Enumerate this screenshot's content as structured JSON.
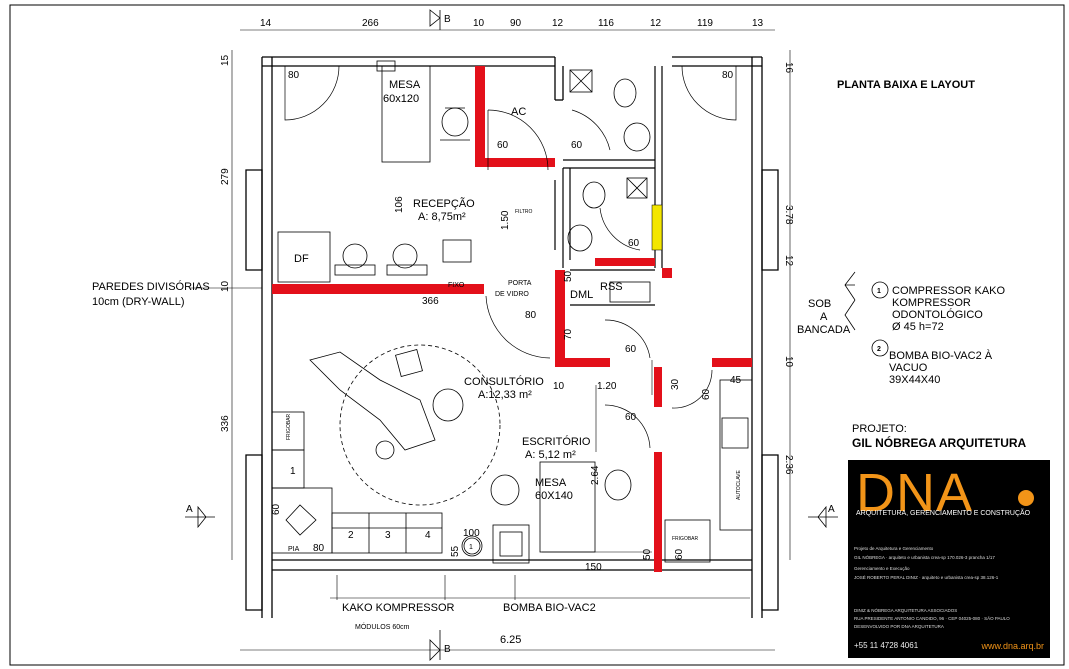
{
  "title": "PLANTA BAIXA E LAYOUT",
  "project_label": "PROJETO:",
  "project_name": "GIL NÓBREGA ARQUITETURA",
  "rooms": {
    "mesa_rec": {
      "name": "MESA",
      "size": "60x120"
    },
    "recepcao": {
      "name": "RECEPÇÃO",
      "area": "A: 8,75m²"
    },
    "consultorio": {
      "name": "CONSULTÓRIO",
      "area": "A:12,33 m²"
    },
    "escritorio": {
      "name": "ESCRITÓRIO",
      "area": "A: 5,12 m²"
    },
    "mesa_esc": {
      "name": "MESA",
      "size": "60X140"
    }
  },
  "labels": {
    "ac": "AC",
    "df": "DF",
    "fixo": "FIXO",
    "porta_vidro_1": "PORTA",
    "porta_vidro_2": "DE VIDRO",
    "filtro": "FILTRO",
    "dml": "DML",
    "rss": "RSS",
    "pia": "PIA",
    "frigobar_1": "FRIGOBAR",
    "frigobar_2": "FRIGOBAR",
    "autoclave": "AUTOCLAVE",
    "kako": "KAKO KOMPRESSOR",
    "modulos": "MÓDULOS 60cm",
    "bomba": "BOMBA BIO-VAC2",
    "paredes_1": "PAREDES DIVISÓRIAS",
    "paredes_2": "10cm (DRY-WALL)",
    "sob_1": "SOB",
    "sob_2": "A",
    "sob_3": "BANCADA",
    "n1": "1",
    "n2": "2",
    "n3": "3",
    "n4": "4",
    "circle1": "1",
    "section_b": "B",
    "section_a": "A"
  },
  "legend": [
    {
      "num": "1",
      "lines": [
        "COMPRESSOR KAKO",
        "KOMPRESSOR",
        "ODONTOLÓGICO",
        "Ø 45  h=72"
      ]
    },
    {
      "num": "2",
      "lines": [
        "BOMBA BIO-VAC2 À",
        "VACUO",
        "39X44X40"
      ]
    }
  ],
  "dims_top": [
    "14",
    "266",
    "10",
    "90",
    "12",
    "116",
    "12",
    "119",
    "13"
  ],
  "dims_left": [
    "15",
    "279",
    "10",
    "336"
  ],
  "dims_right": [
    "16",
    "3.78",
    "12",
    "10",
    "2.36"
  ],
  "dims_bottom": [
    "6.25"
  ],
  "dims_inner": {
    "d80a": "80",
    "d80b": "80",
    "d60a": "60",
    "d60b": "60",
    "d60c": "60",
    "d106": "106",
    "d150v": "1.50",
    "d366": "366",
    "d80c": "80",
    "d50a": "50",
    "d70": "70",
    "d60d": "60",
    "d10": "10",
    "d120": "1.20",
    "d30": "30",
    "d60e": "60",
    "d45": "45",
    "d60f": "60",
    "d264": "2.64",
    "d150h": "150",
    "d50b": "50",
    "d60g": "60",
    "d100": "100",
    "d55": "55",
    "d80d": "80",
    "d60h": "60"
  },
  "logo": {
    "mark": "DNA",
    "tagline": "ARQUITETURA, GERENCIAMENTO E CONSTRUÇÃO",
    "info": [
      "Projeto de Arquitetura e Gerenciamento",
      "GIL NÓBREGA · arquiteto e urbanista crea-sp 170.026-3 prancha 1/17",
      "Gerenciamento e Execução",
      "JOSÉ ROBERTO PERAL DINIZ · arquiteto e urbanista crea-sp 38.126-1",
      "DINIZ & NÓBREGA ARQUITETURA ASSOCIADOS",
      "RUA PRESIDENTE ANTONIO CANDIDO, 96 · CEP 04025-080 · SÃO PAULO",
      "DESENVOLVIDO POR DNA ARQUITETURA"
    ],
    "phone": "+55 11 4728 4061",
    "url": "www.dna.arq.br"
  },
  "colors": {
    "partition": "#e3101a",
    "highlight": "#f3e600",
    "brand": "#f29418",
    "panel": "#000000"
  }
}
